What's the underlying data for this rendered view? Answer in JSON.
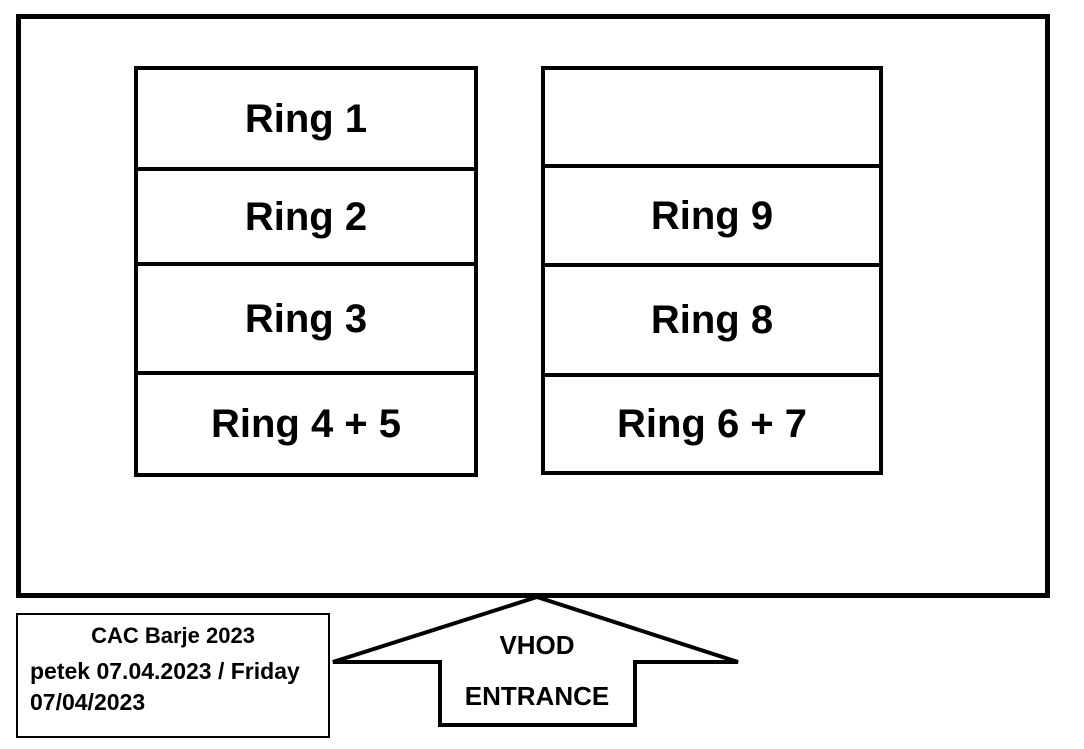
{
  "venue": {
    "left_column": {
      "rows": [
        {
          "label": "Ring 1"
        },
        {
          "label": "Ring 2"
        },
        {
          "label": "Ring 3"
        },
        {
          "label": "Ring 4 + 5"
        }
      ]
    },
    "right_column": {
      "rows": [
        {
          "label": ""
        },
        {
          "label": "Ring 9"
        },
        {
          "label": "Ring 8"
        },
        {
          "label": "Ring 6 + 7"
        }
      ]
    }
  },
  "info_box": {
    "title": "CAC Barje 2023",
    "date_line1": "petek 07.04.2023 / Friday",
    "date_line2": "07/04/2023"
  },
  "entrance_arrow": {
    "label_top": "VHOD",
    "label_bottom": "ENTRANCE"
  },
  "colors": {
    "line": "#000000",
    "background": "#ffffff"
  }
}
